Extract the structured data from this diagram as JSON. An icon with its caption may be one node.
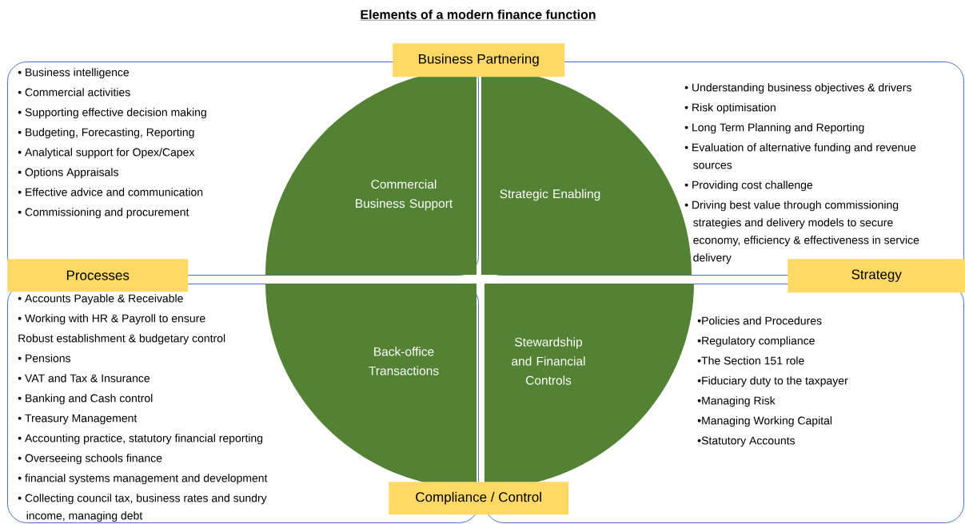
{
  "diagram": {
    "title": "Elements of a modern finance function",
    "nodes": [
      {
        "text": [
          "Business Partnering"
        ]
      },
      {
        "text": [
          "• Business intelligence",
          "• Commercial activities",
          "• Supporting effective decision making",
          "• Budgeting, Forecasting, Reporting",
          "• Analytical support for Opex/Capex",
          "• Options Appraisals",
          "• Effective advice and communication",
          "• Commissioning and procurement"
        ]
      },
      {
        "text": [
          "• Understanding business objectives & drivers",
          "• Risk optimisation",
          "• Long Term Planning and Reporting",
          "• Evaluation of alternative funding and revenue sources",
          "• Providing cost challenge",
          "• Driving best value through commissioning strategies and delivery models to secure economy, efficiency & effectiveness in service delivery"
        ]
      },
      {
        "text": [
          "Commercial Business Support"
        ],
        "in": 1
      },
      {
        "text": [
          "Strategic Enabling"
        ],
        "in": 2
      },
      {
        "text": [
          "Processes"
        ]
      },
      {
        "text": [
          "Strategy"
        ]
      },
      {
        "text": [
          "• Accounts Payable & Receivable",
          "• Working with HR & Payroll to ensure",
          "Robust establishment & budgetary control",
          "• Pensions",
          "• VAT and Tax & Insurance",
          "• Banking and Cash control",
          "• Treasury Management",
          "• Accounting practice, statutory financial reporting",
          "• Overseeing schools finance",
          "• financial systems management and development",
          "• Collecting council tax, business rates and sundry income, managing debt"
        ]
      },
      {
        "text": [
          "•Policies and Procedures",
          "•Regulatory compliance",
          "•The Section 151 role",
          "•Fiduciary duty to the taxpayer",
          "•Managing Risk",
          "•Managing Working Capital",
          "•Statutory Accounts"
        ]
      },
      {
        "text": [
          "Back-office Transactions"
        ],
        "in": 7
      },
      {
        "text": [
          "Stewardship and Financial Controls"
        ],
        "in": 8
      },
      {
        "text": [
          "Compliance / Control"
        ]
      }
    ]
  }
}
